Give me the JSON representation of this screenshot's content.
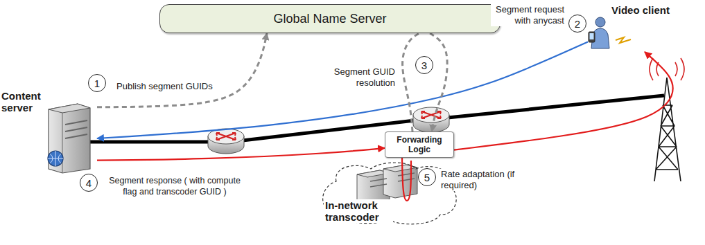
{
  "diagram": {
    "nodes": [
      {
        "text": [
          "Global Name Server"
        ]
      },
      {
        "text": [
          "Video client"
        ]
      },
      {
        "text": [
          "Content server"
        ]
      },
      {
        "text": [
          "Forwarding Logic"
        ]
      },
      {
        "text": [
          "In-network transcoder"
        ]
      }
    ],
    "edges": [
      {
        "from": 2,
        "to": 0,
        "arrow": "to"
      },
      {
        "from": 1,
        "to": 2,
        "arrow": "to"
      },
      {
        "from": 3,
        "to": 0,
        "arrow": "none"
      },
      {
        "from": 0,
        "to": 3,
        "arrow": "to"
      },
      {
        "from": 2,
        "to": 3,
        "arrow": "to"
      },
      {
        "from": 3,
        "to": 4,
        "arrow": "none"
      },
      {
        "from": 3,
        "to": 1,
        "arrow": "to"
      }
    ],
    "labels": [
      "1",
      "Publish segment GUIDs",
      "2",
      "Segment request with anycast",
      "3",
      "Segment GUID resolution",
      "4",
      "Segment response ( with compute flag and transcoder GUID )",
      "5",
      "Rate adaptation (if required)"
    ]
  }
}
